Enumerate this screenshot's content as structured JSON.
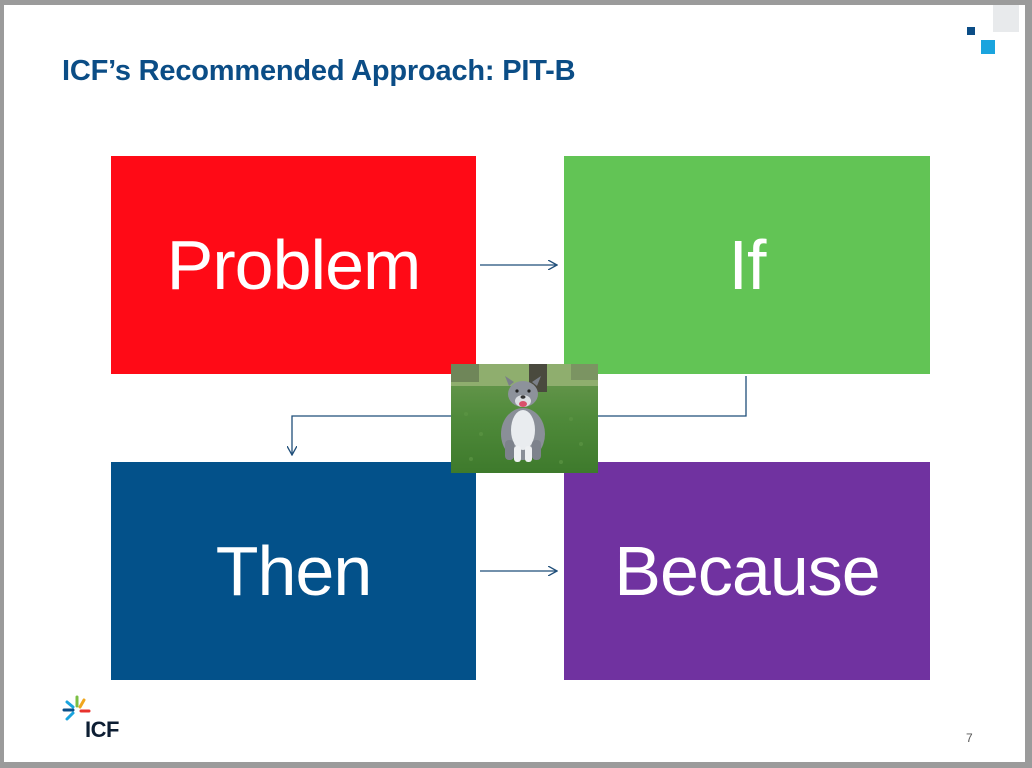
{
  "slide": {
    "title": "ICF’s Recommended Approach: PIT-B",
    "page_number": "7"
  },
  "boxes": [
    {
      "label": "Problem",
      "color": "#ff0a16"
    },
    {
      "label": "If",
      "color": "#62c455"
    },
    {
      "label": "Then",
      "color": "#03518a"
    },
    {
      "label": "Because",
      "color": "#7032a0"
    }
  ],
  "logo": {
    "text": "ICF",
    "colors": [
      "#f0a61e",
      "#1aa4de",
      "#0b4d86",
      "#e8322d",
      "#7bbf43"
    ]
  },
  "colors": {
    "title": "#0b4d86",
    "connector": "#1f4e79",
    "accent_square_dark": "#0b4d86",
    "accent_square_light": "#1aa4de"
  },
  "photo": {
    "subject": "dog-on-grass"
  }
}
